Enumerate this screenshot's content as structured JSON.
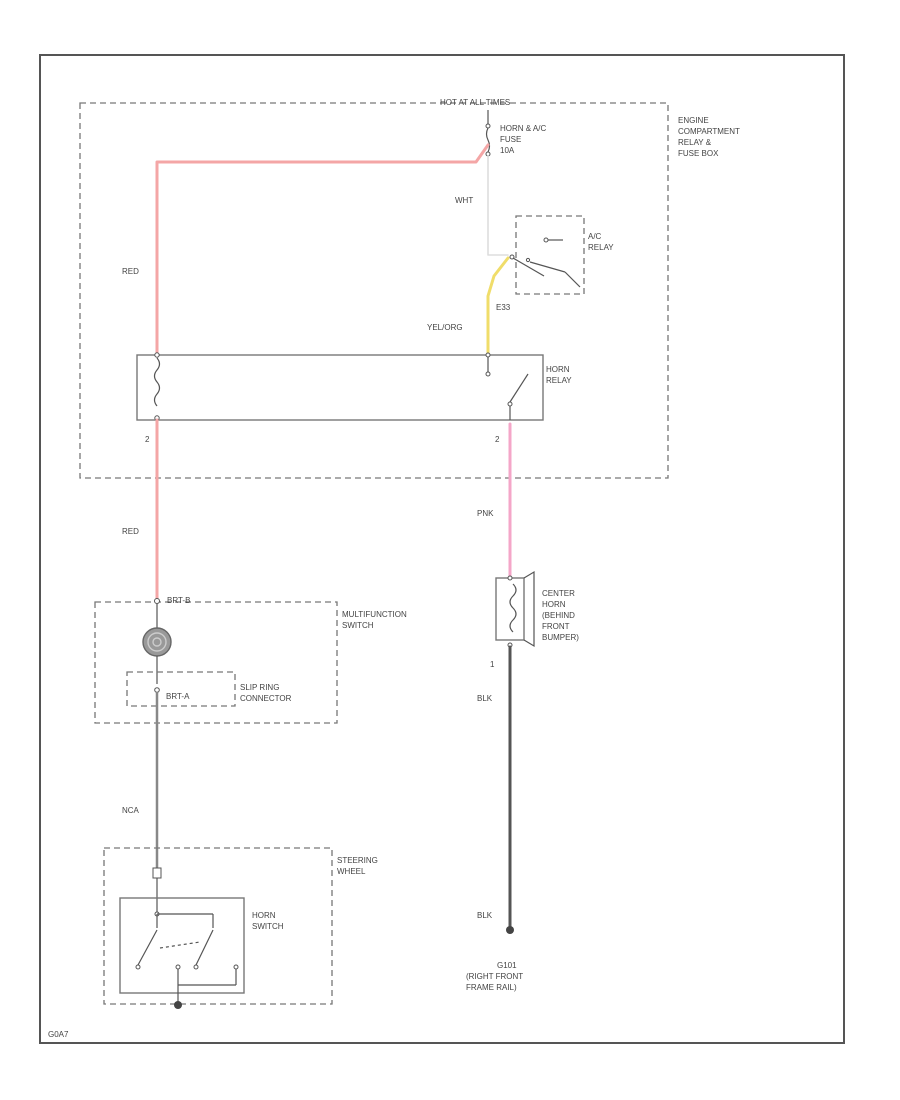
{
  "colors": {
    "red_wire": "#f4a6a6",
    "pink_wire": "#f4a6c8",
    "yellow_wire": "#f0dd6a",
    "gray_wire": "#888888",
    "black_wire": "#555555",
    "white_wire": "#dddddd"
  },
  "labels": {
    "hot_at_all_times": "HOT AT ALL TIMES",
    "fuse": [
      "HORN & A/C",
      "FUSE",
      "10A"
    ],
    "engine_box": [
      "ENGINE",
      "COMPARTMENT",
      "RELAY &",
      "FUSE BOX"
    ],
    "ac_relay": [
      "A/C",
      "RELAY"
    ],
    "horn_relay": [
      "HORN",
      "RELAY"
    ],
    "multifunction_switch": [
      "MULTIFUNCTION",
      "SWITCH"
    ],
    "slip_ring_connector": [
      "SLIP RING",
      "CONNECTOR"
    ],
    "center_horn": [
      "CENTER",
      "HORN",
      "(BEHIND",
      "FRONT",
      "BUMPER)"
    ],
    "steering_wheel": [
      "STEERING",
      "WHEEL"
    ],
    "horn_switch": [
      "HORN",
      "SWITCH"
    ],
    "ground_id": "G101",
    "ground_location": [
      "(RIGHT FRONT",
      "FRAME RAIL)"
    ],
    "connector_a": "BRT-A",
    "connector_b": "BRT-B",
    "figure_id": "G0A7"
  },
  "wires": {
    "red": "RED",
    "white": "WHT",
    "yellow": "YEL/ORG",
    "pink": "PNK",
    "black": "BLK",
    "gray": "NCA"
  },
  "pins": {
    "ac_relay_out": "E33",
    "horn_relay_left": "2",
    "horn_relay_right": "2",
    "horn_pin": "1"
  }
}
